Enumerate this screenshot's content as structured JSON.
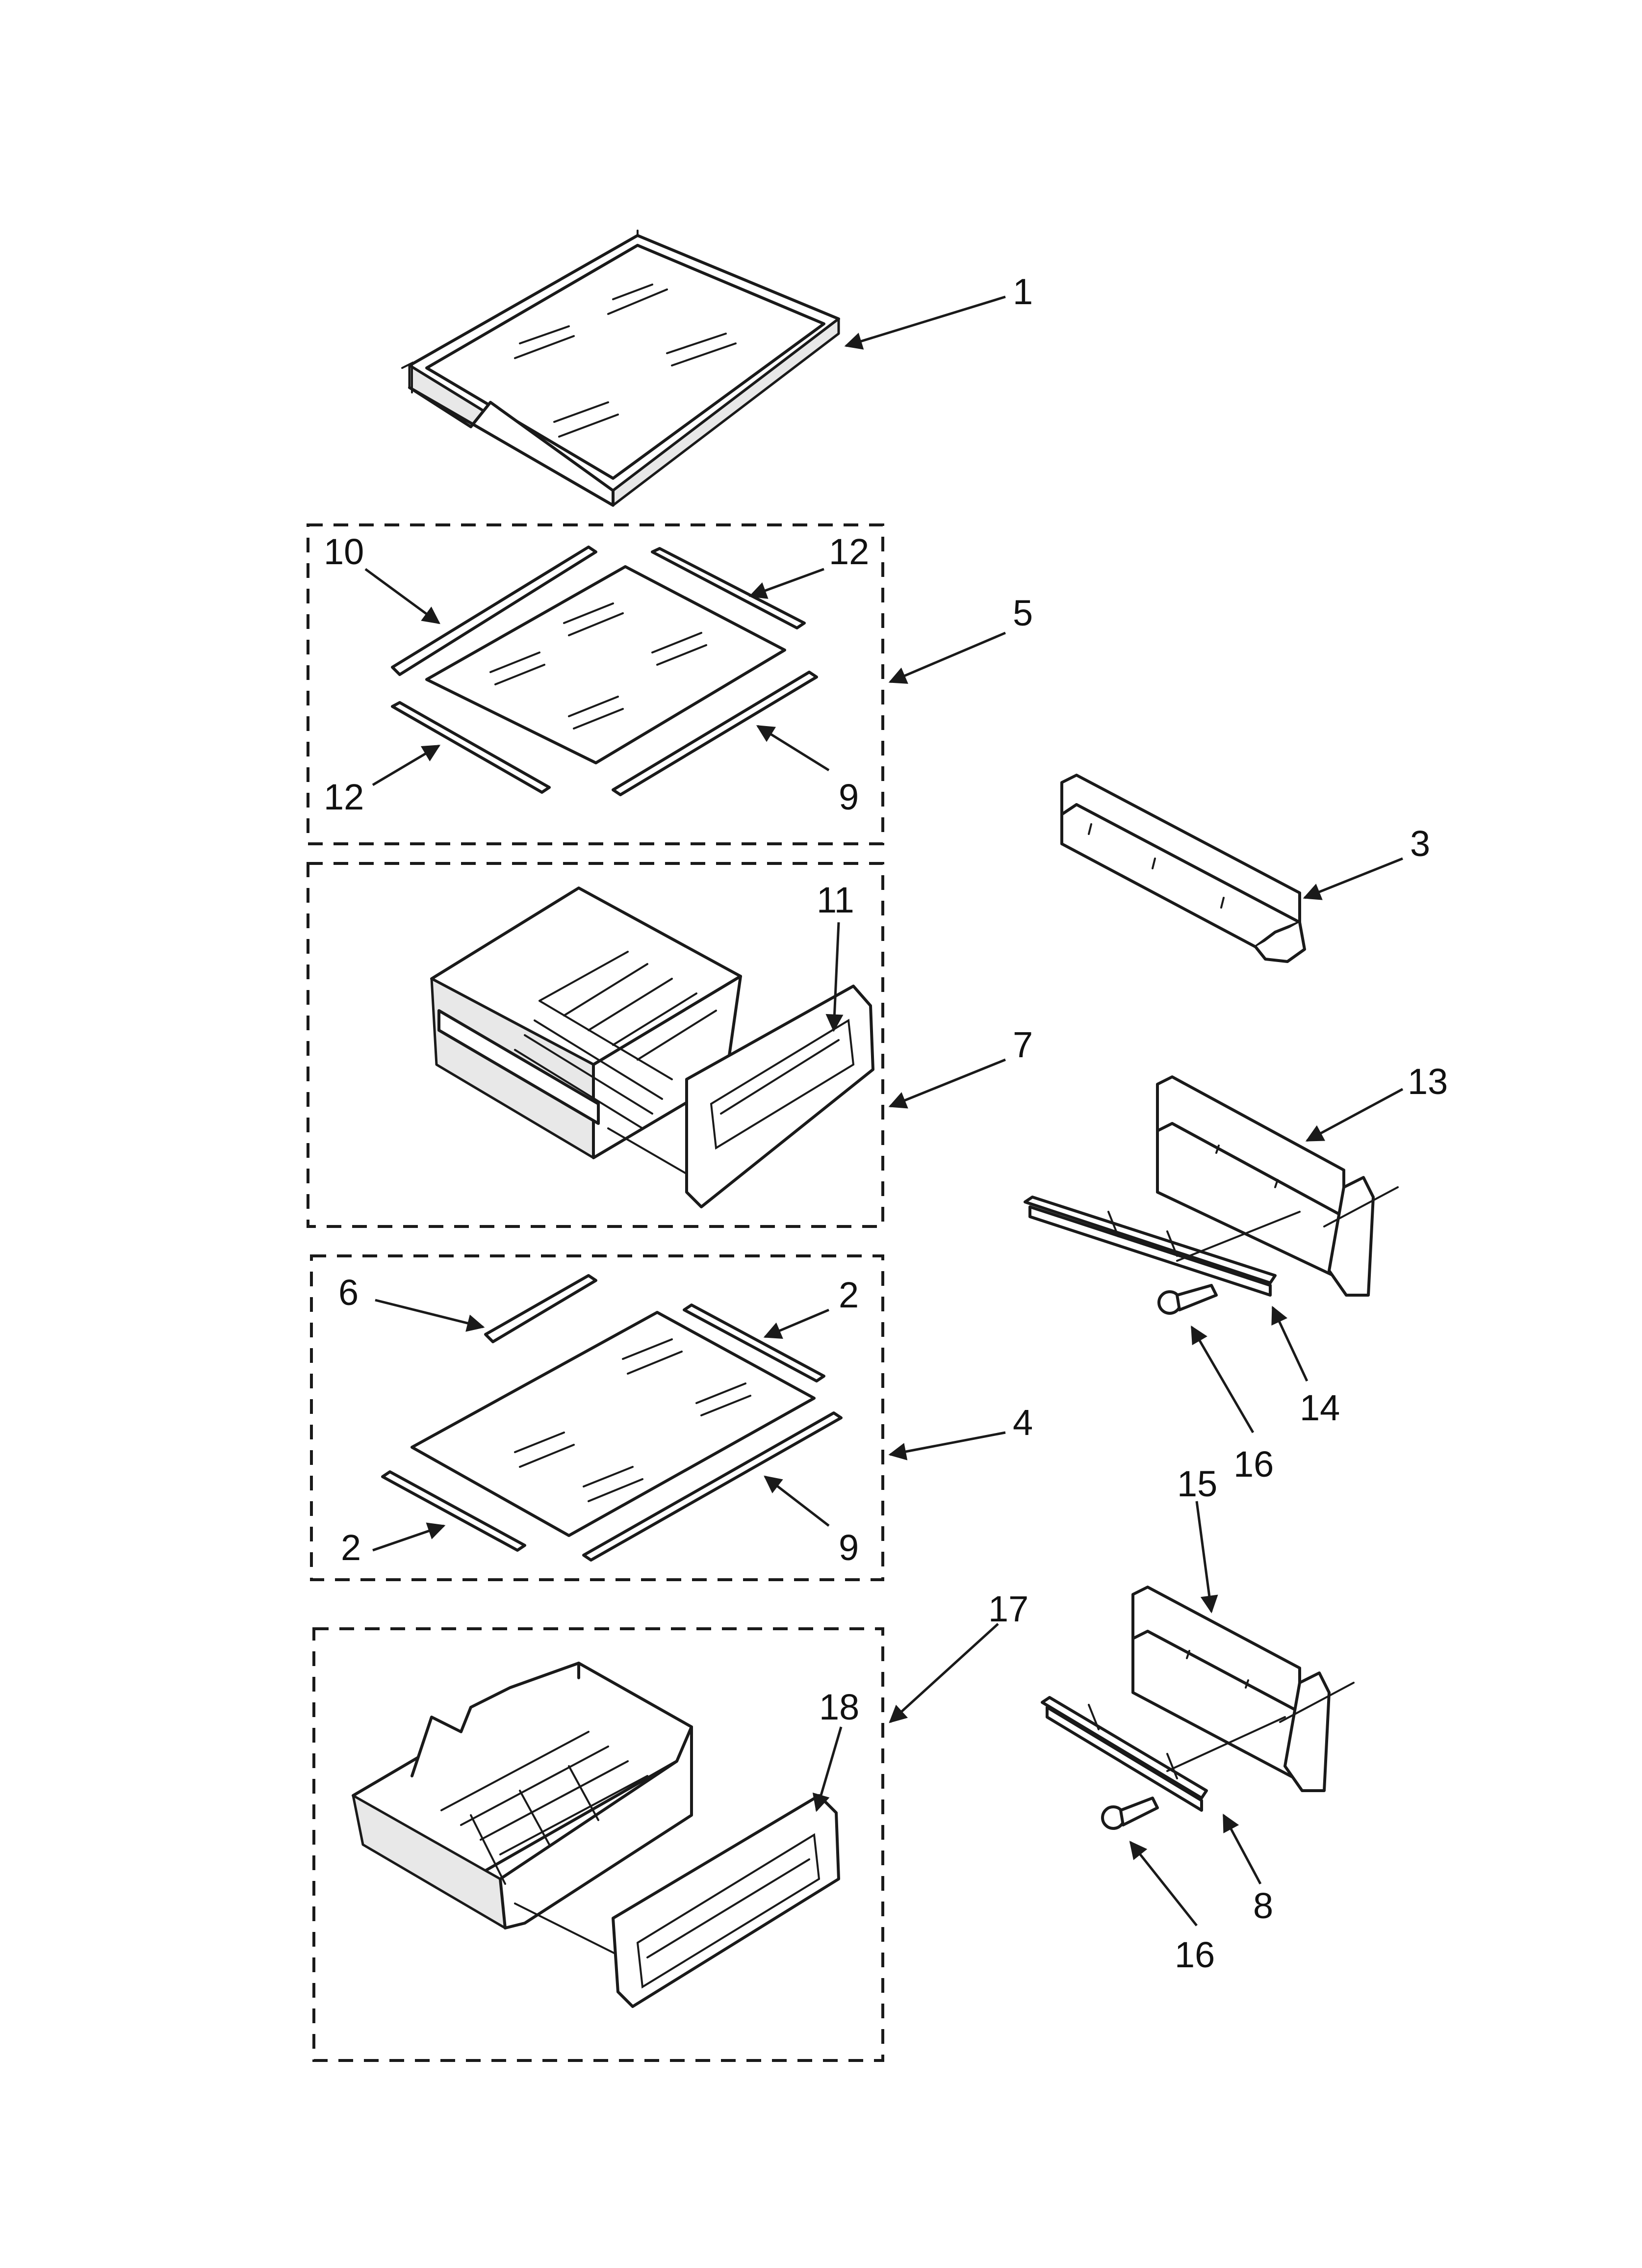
{
  "callouts": {
    "c1": "1",
    "c2a": "2",
    "c2b": "2",
    "c3": "3",
    "c4": "4",
    "c5": "5",
    "c6": "6",
    "c7": "7",
    "c8": "8",
    "c9a": "9",
    "c9b": "9",
    "c10": "10",
    "c11": "11",
    "c12a": "12",
    "c12b": "12",
    "c13": "13",
    "c14": "14",
    "c15": "15",
    "c16a": "16",
    "c16b": "16",
    "c17": "17",
    "c18": "18"
  }
}
